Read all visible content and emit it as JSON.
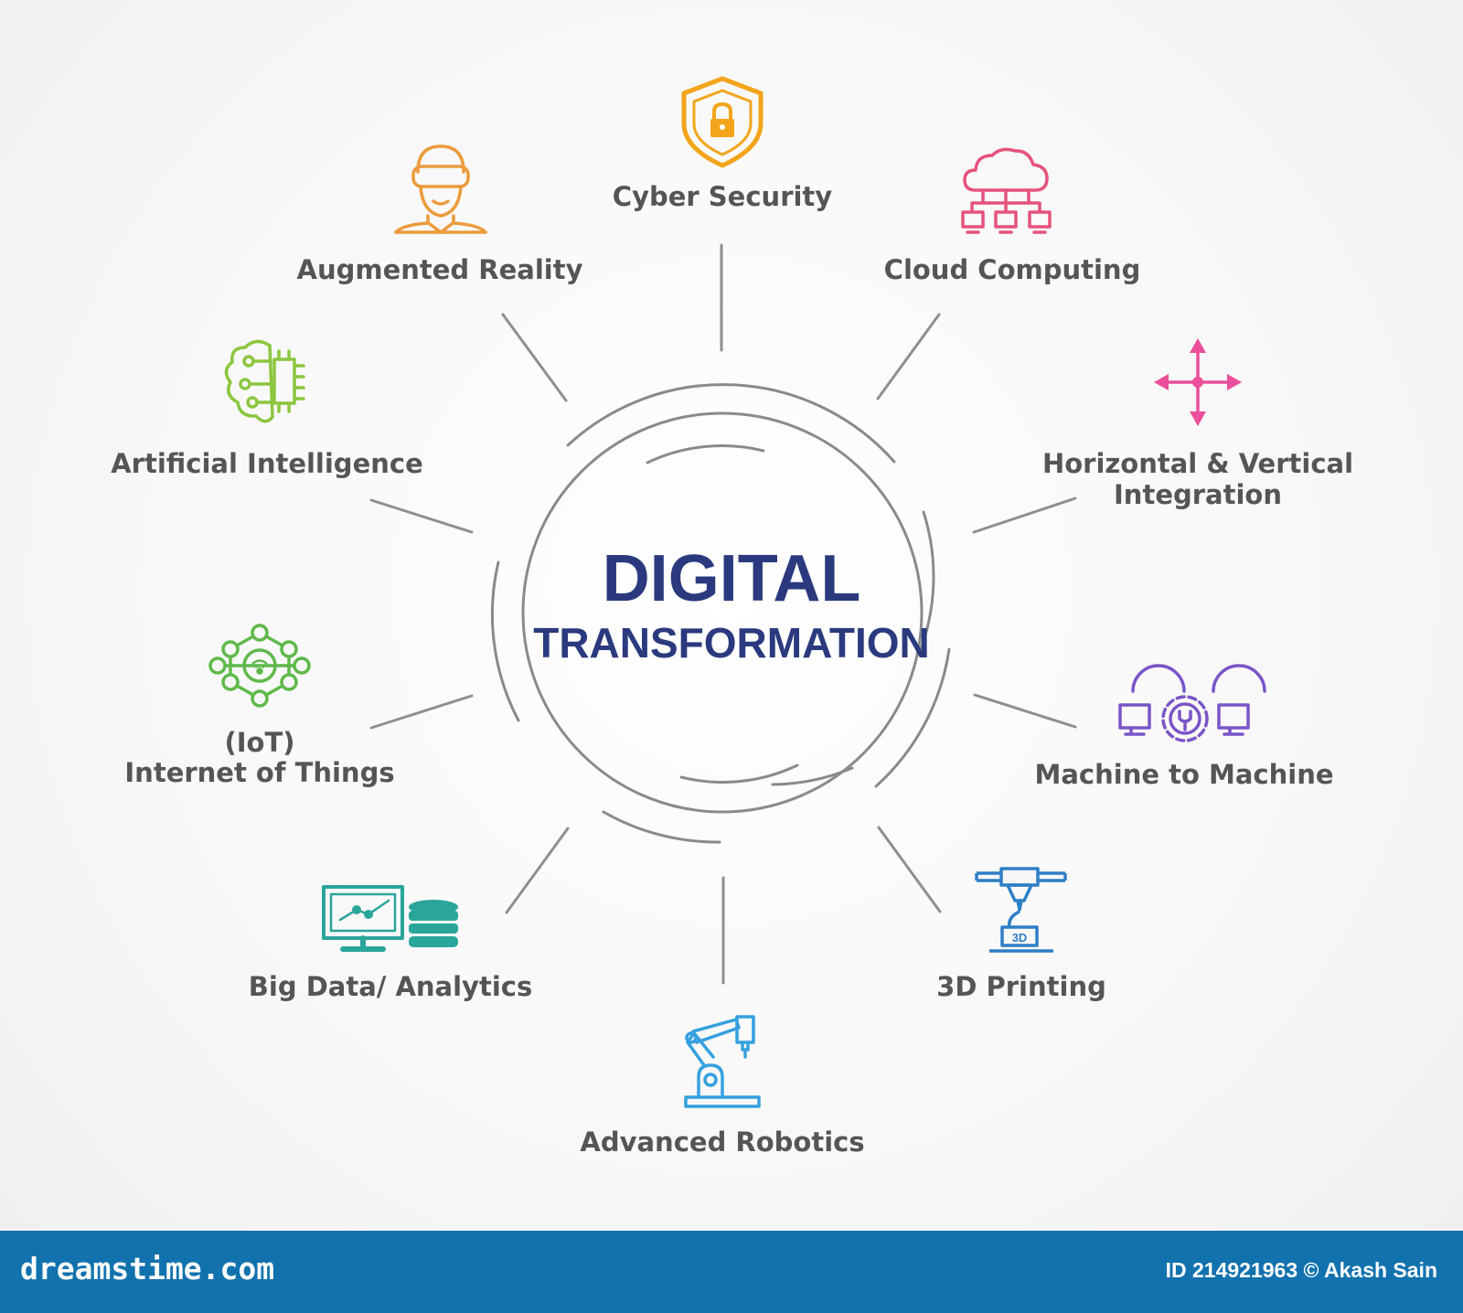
{
  "center": {
    "title_line1": "DIGITAL",
    "title_line2": "TRANSFORMATION",
    "color": "#2b3a7e"
  },
  "topics": [
    {
      "id": "cyber-security",
      "label": "Cyber Security",
      "icon": "shield-lock-icon",
      "color": "#f2a51b"
    },
    {
      "id": "cloud-computing",
      "label": "Cloud Computing",
      "icon": "cloud-network-icon",
      "color": "#e5537c"
    },
    {
      "id": "horizontal-vertical-integration",
      "label_line1": "Horizontal & Vertical",
      "label_line2": "Integration",
      "icon": "four-arrows-icon",
      "color": "#e94f9a"
    },
    {
      "id": "machine-to-machine",
      "label": "Machine to Machine",
      "icon": "machines-gear-icon",
      "color": "#7a55c8"
    },
    {
      "id": "3d-printing",
      "label": "3D Printing",
      "icon": "3d-printer-icon",
      "color": "#2e7fc6",
      "icon_text": "3D"
    },
    {
      "id": "advanced-robotics",
      "label": "Advanced Robotics",
      "icon": "robot-arm-icon",
      "color": "#35a0df"
    },
    {
      "id": "big-data-analytics",
      "label": "Big Data/ Analytics",
      "icon": "monitor-database-icon",
      "color": "#2aa59a"
    },
    {
      "id": "iot",
      "label_line1": "(IoT)",
      "label_line2": "Internet of Things",
      "icon": "hexagon-network-icon",
      "color": "#5fb94a"
    },
    {
      "id": "artificial-intelligence",
      "label": "Artificial Intelligence",
      "icon": "brain-circuit-icon",
      "color": "#8cc63f"
    },
    {
      "id": "augmented-reality",
      "label": "Augmented Reality",
      "icon": "ar-headset-person-icon",
      "color": "#eb9b3c"
    }
  ],
  "footer": {
    "site": "dreamstime.com",
    "credit": "ID 214921963 © Akash Sain",
    "background": "#1272ae"
  }
}
